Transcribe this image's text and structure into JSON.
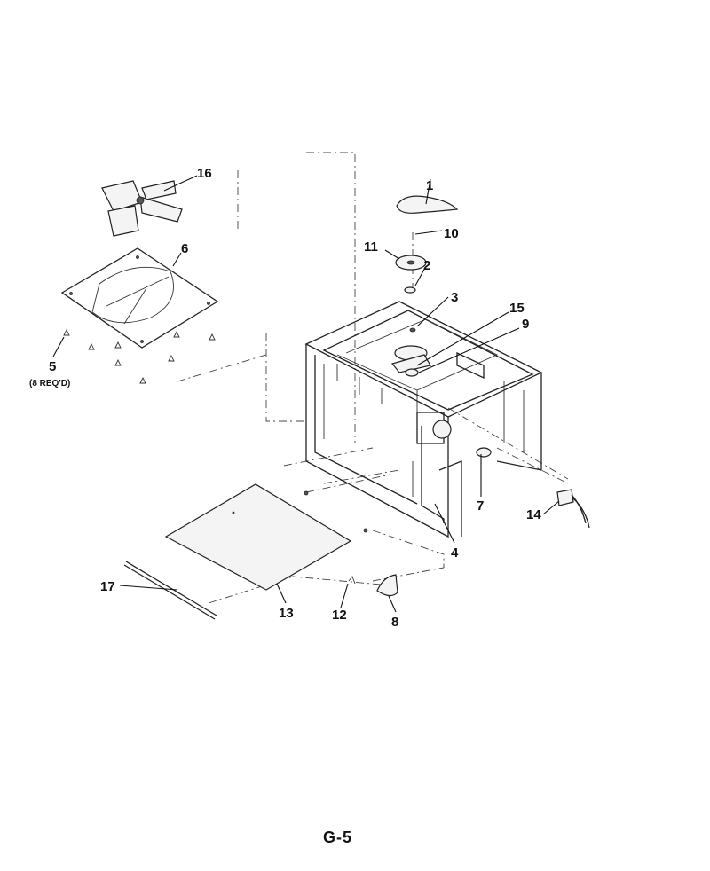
{
  "callouts": {
    "c1": "1",
    "c2": "2",
    "c3": "3",
    "c4": "4",
    "c5": "5",
    "c6": "6",
    "c7": "7",
    "c8": "8",
    "c9": "9",
    "c10": "10",
    "c11": "11",
    "c12": "12",
    "c13": "13",
    "c14": "14",
    "c15": "15",
    "c16": "16",
    "c17": "17"
  },
  "notes": {
    "screw_qty": "(8 REQ'D)"
  },
  "page_label": "G-5"
}
